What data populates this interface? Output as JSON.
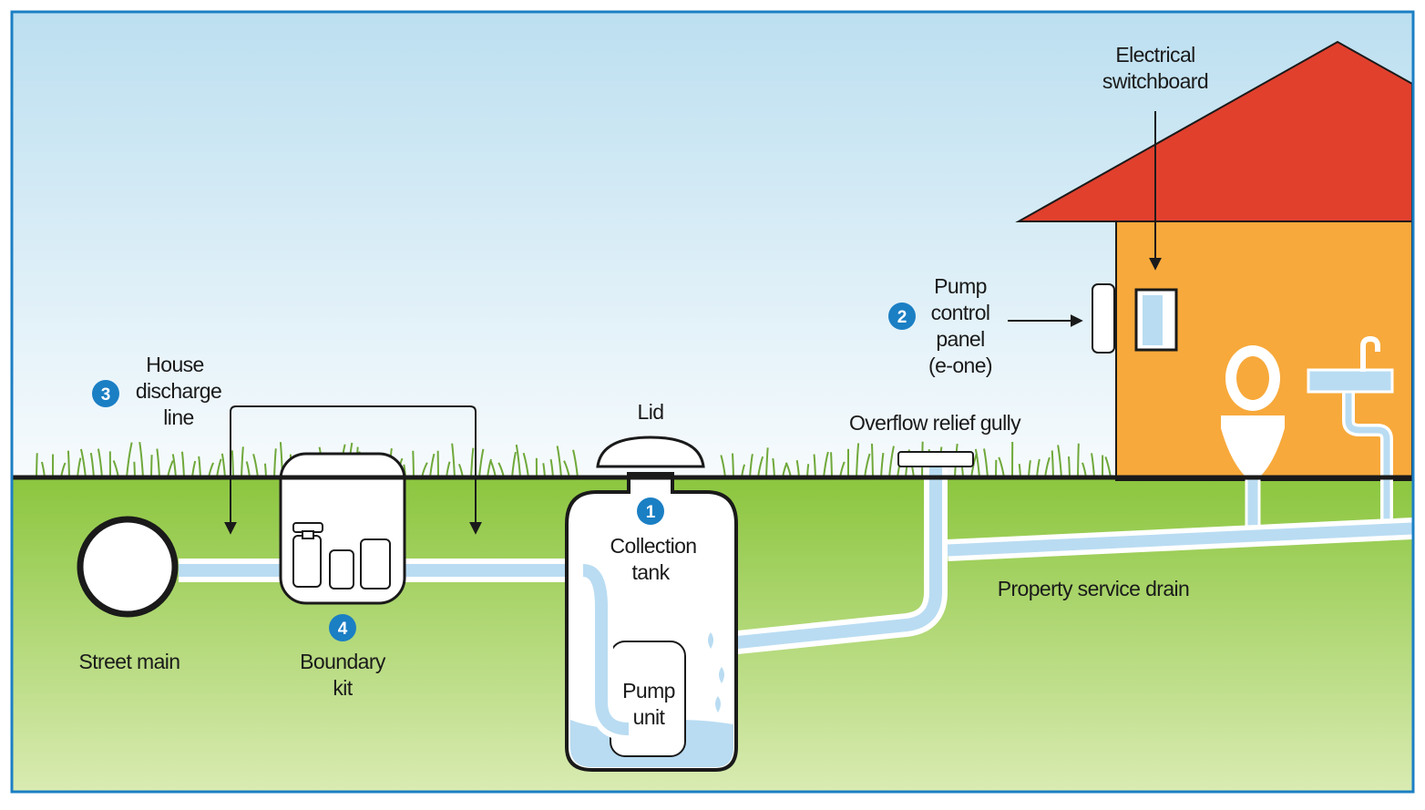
{
  "labels": {
    "electrical_switchboard": [
      "Electrical",
      "switchboard"
    ],
    "pump_control_panel": [
      "Pump",
      "control",
      "panel",
      "(e-one)"
    ],
    "house_discharge_line": [
      "House",
      "discharge",
      "line"
    ],
    "lid": "Lid",
    "overflow_relief_gully": "Overflow relief gully",
    "collection_tank": [
      "Collection",
      "tank"
    ],
    "pump_unit": [
      "Pump",
      "unit"
    ],
    "property_service_drain": "Property service drain",
    "street_main": "Street main",
    "boundary_kit": [
      "Boundary",
      "kit"
    ]
  },
  "badges": {
    "collection_tank": "1",
    "pump_control_panel": "2",
    "house_discharge_line": "3",
    "boundary_kit": "4"
  },
  "colors": {
    "frame": "#1c7fc4",
    "sky_top": "#bcdff0",
    "sky_bottom": "#f7fbfd",
    "grass_top": "#8cc63f",
    "grass_bottom": "#d9ebb2",
    "roof": "#e1402d",
    "house_wall": "#f7a93b",
    "pipe": "#b9dcf2",
    "badge": "#1b7fc4"
  }
}
